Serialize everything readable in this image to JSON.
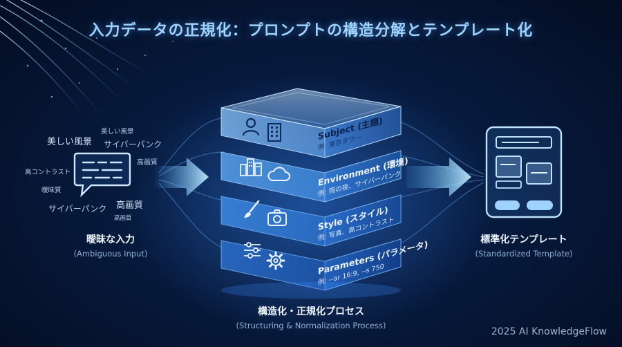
{
  "title": "入力データの正規化：プロンプトの構造分解とテンプレート化",
  "input": {
    "label": "曖昧な入力",
    "sublabel": "(Ambiguous Input)",
    "words": [
      "美しい風景",
      "美しい風景",
      "サイバーパンク",
      "高画質",
      "高コントラスト",
      "曖昧質",
      "サイバーパンク",
      "高画質",
      "高画質"
    ]
  },
  "layers": [
    {
      "title": "Subject (主題)",
      "example": "例: 東京タワー",
      "icons": [
        "person-icon",
        "building-icon"
      ]
    },
    {
      "title": "Environment (環境)",
      "example": "例: 雨の夜、サイバーパンク",
      "icons": [
        "city-icon",
        "cloud-icon"
      ]
    },
    {
      "title": "Style (スタイル)",
      "example": "例: 写真、高コントラスト",
      "icons": [
        "brush-icon",
        "camera-icon"
      ]
    },
    {
      "title": "Parameters (パラメータ)",
      "example": "例: --ar 16:9, --s 750",
      "icons": [
        "sliders-icon",
        "gear-icon"
      ]
    }
  ],
  "process": {
    "label": "構造化・正規化プロセス",
    "sublabel": "(Structuring & Normalization Process)"
  },
  "output": {
    "label": "標準化テンプレート",
    "sublabel": "(Standardized Template)"
  },
  "footer": "2025 AI KnowledgeFlow",
  "colors": {
    "accent": "#4fb3ff",
    "background": "#061634",
    "layer_fill": "#2f7fd6"
  }
}
